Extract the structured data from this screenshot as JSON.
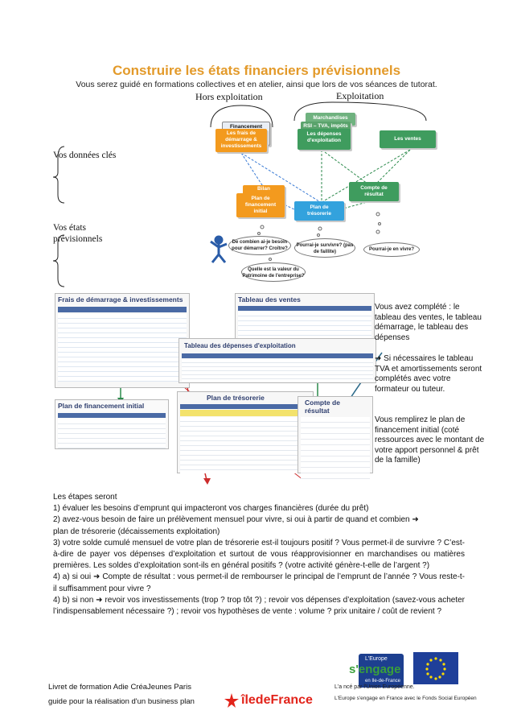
{
  "header": {
    "title": "Construire les états financiers prévisionnels",
    "subtitle": "Vous serez guidé en formations collectives et en atelier, ainsi que lors de vos séances de tutorat.",
    "hors_exploitation": "Hors exploitation",
    "exploitation": "Exploitation"
  },
  "side_labels": {
    "donnees": "Vos données clés",
    "etats": "Vos états prévisionnels"
  },
  "diagram": {
    "financement": "Financement",
    "frais": "Les frais de démarrage & investissements",
    "marchandises": "Marchandises",
    "rsi": "RSI – TVA, impôts",
    "depenses": "Les dépenses d'exploitation",
    "ventes": "Les ventes",
    "bilan": "Bilan",
    "plan_financement": "Plan de financement initial",
    "plan_tresorerie": "Plan de trésorerie",
    "compte_resultat": "Compte de résultat",
    "q_combien": "De combien ai-je besoin pour démarrer? Croître?",
    "q_survivre": "Pourrai-je survivre? (pas de faillite)",
    "q_vivre": "Pourrai-je en vivre?",
    "q_valeur": "Quelle est la valeur du Patrimoine de l'entreprise?"
  },
  "sheets": {
    "frais": "Frais de démarrage & investissements",
    "ventes": "Tableau des ventes",
    "depenses": "Tableau des dépenses d'exploitation",
    "plan_fin": "Plan de financement initial",
    "tresorerie": "Plan de trésorerie",
    "resultat": "Compte de résultat"
  },
  "notes": {
    "p1": "Vous avez complété : le tableau des ventes, le tableau démarrage, le tableau des dépenses",
    "p2": "Si nécessaires le tableau TVA et amortissements seront complétés avec votre formateur ou tuteur.",
    "p3": "Vous remplirez le plan de financement initial (coté ressources avec le montant de votre apport personnel & prêt de la famille)"
  },
  "steps": {
    "intro": "Les étapes seront",
    "s1": "1) évaluer les besoins d’emprunt qui impacteront vos charges financières (durée du prêt)",
    "s2a": "2) avez-vous besoin de faire un prélèvement mensuel pour vivre, si oui à partir de quand et combien",
    "s2b": "plan de trésorerie (décaissements exploitation)",
    "s3": "3) votre solde cumulé mensuel de votre plan de trésorerie est-il toujours positif ? Vous permet-il de survivre ? C’est-à-dire de payer vos dépenses d’exploitation et surtout de vous réapprovisionner en marchandises ou matières premières. Les soldes d’exploitation sont-ils en général positifs ? (votre activité génère-t-elle de l’argent ?)",
    "s4a1": "4) a) si oui",
    "s4a2": "Compte de résultat : vous permet-il de rembourser le principal de l’emprunt de l’année ? Vous reste-t-il suffisamment pour vivre ?",
    "s4b1": "4) b) si non",
    "s4b2": "revoir vos investissements (trop ? trop tôt ?) ; revoir vos dépenses d’exploitation (savez-vous acheter l’indispensablement nécessaire ?) ; revoir vos hypothèses de vente : volume ? prix unitaire / coût de revient ?"
  },
  "footer": {
    "line1": "Livret de formation Adie CréaJeunes Paris",
    "line2": "guide pour la réalisation d'un business plan",
    "ile": "îledeFrance",
    "europe_line1": "L'Europe",
    "europe_line2": "s'engage",
    "europe_line3": "en Ile-de-France",
    "cofin": "L'a                                ncé par l'Union Européenne.",
    "fse": "L'Europe s'engage en France avec le Fonds Social Européen"
  }
}
